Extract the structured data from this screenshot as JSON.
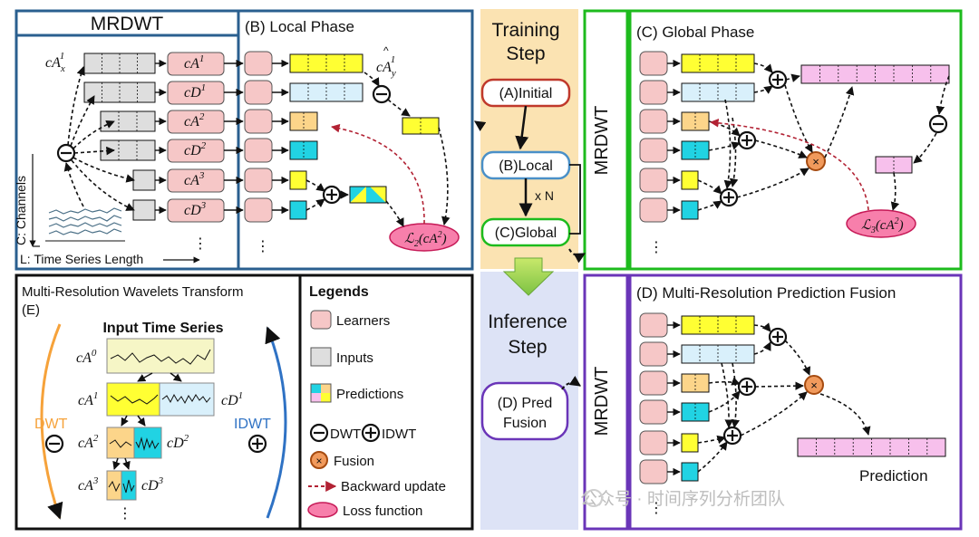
{
  "colors": {
    "blue_frame": "#2a5f8f",
    "green_frame": "#1dbb1d",
    "purple_frame": "#6a35b8",
    "learner": "#f6c7c7",
    "input": "#dedede",
    "yellow": "#ffff33",
    "light_blue": "#d9f0fb",
    "orange": "#fcd58a",
    "cyan": "#21d3e3",
    "pink_bar": "#f7c0ec",
    "train_bg": "#fbe3b2",
    "infer_bg": "#dde3f6",
    "fusion": "#f19a5c",
    "loss": "#f77fab",
    "backward": "#b22234"
  },
  "mrdwt": {
    "title": "MRDWT",
    "inputs_x": [
      "cA",
      "x",
      "1"
    ],
    "rows": [
      {
        "base": "cA",
        "sup": "1"
      },
      {
        "base": "cD",
        "sup": "1"
      },
      {
        "base": "cA",
        "sup": "2"
      },
      {
        "base": "cD",
        "sup": "2"
      },
      {
        "base": "cA",
        "sup": "3"
      },
      {
        "base": "cD",
        "sup": "3"
      }
    ],
    "axis_channels": "C: Channels",
    "axis_length": "L: Time Series Length",
    "ellipsis": "⋮"
  },
  "local": {
    "title": "(B) Local Phase",
    "pred_label": [
      "cA",
      "y",
      "1"
    ],
    "loss_label": [
      "ℒ",
      "2",
      "(cA",
      "2",
      ")"
    ],
    "ellipsis": "⋮"
  },
  "training": {
    "title_line1": "Training",
    "title_line2": "Step",
    "initial": "(A)Initial",
    "local": "(B)Local",
    "global": "(C)Global",
    "repeat": "x N"
  },
  "inference": {
    "title_line1": "Inference",
    "title_line2": "Step",
    "pred_line1": "(D) Pred",
    "pred_line2": "Fusion"
  },
  "global": {
    "side_label": "MRDWT",
    "title": "(C) Global Phase",
    "loss_label": [
      "ℒ",
      "3",
      "(cA",
      "2",
      ")"
    ],
    "ellipsis": "⋮"
  },
  "fusion": {
    "side_label": "MRDWT",
    "title": "(D) Multi-Resolution Prediction Fusion",
    "prediction": "Prediction",
    "ellipsis": "⋮"
  },
  "transform": {
    "title": "Multi-Resolution Wavelets Transform",
    "tag": "(E)",
    "series_title": "Input Time Series",
    "dwt": "DWT",
    "idwt": "IDWT",
    "levels": [
      {
        "base": "cA",
        "sup": "0"
      },
      {
        "base": "cA",
        "sup": "1"
      },
      {
        "base": "cD",
        "sup": "1"
      },
      {
        "base": "cA",
        "sup": "2"
      },
      {
        "base": "cD",
        "sup": "2"
      },
      {
        "base": "cA",
        "sup": "3"
      },
      {
        "base": "cD",
        "sup": "3"
      }
    ],
    "ellipsis": "⋮"
  },
  "legend": {
    "title": "Legends",
    "learners": "Learners",
    "inputs": "Inputs",
    "predictions": "Predictions",
    "dwt": "DWT",
    "idwt": "IDWT",
    "fusion": "Fusion",
    "backward": "Backward update",
    "loss": "Loss function"
  },
  "watermark": "公众号 · 时间序列分析团队"
}
